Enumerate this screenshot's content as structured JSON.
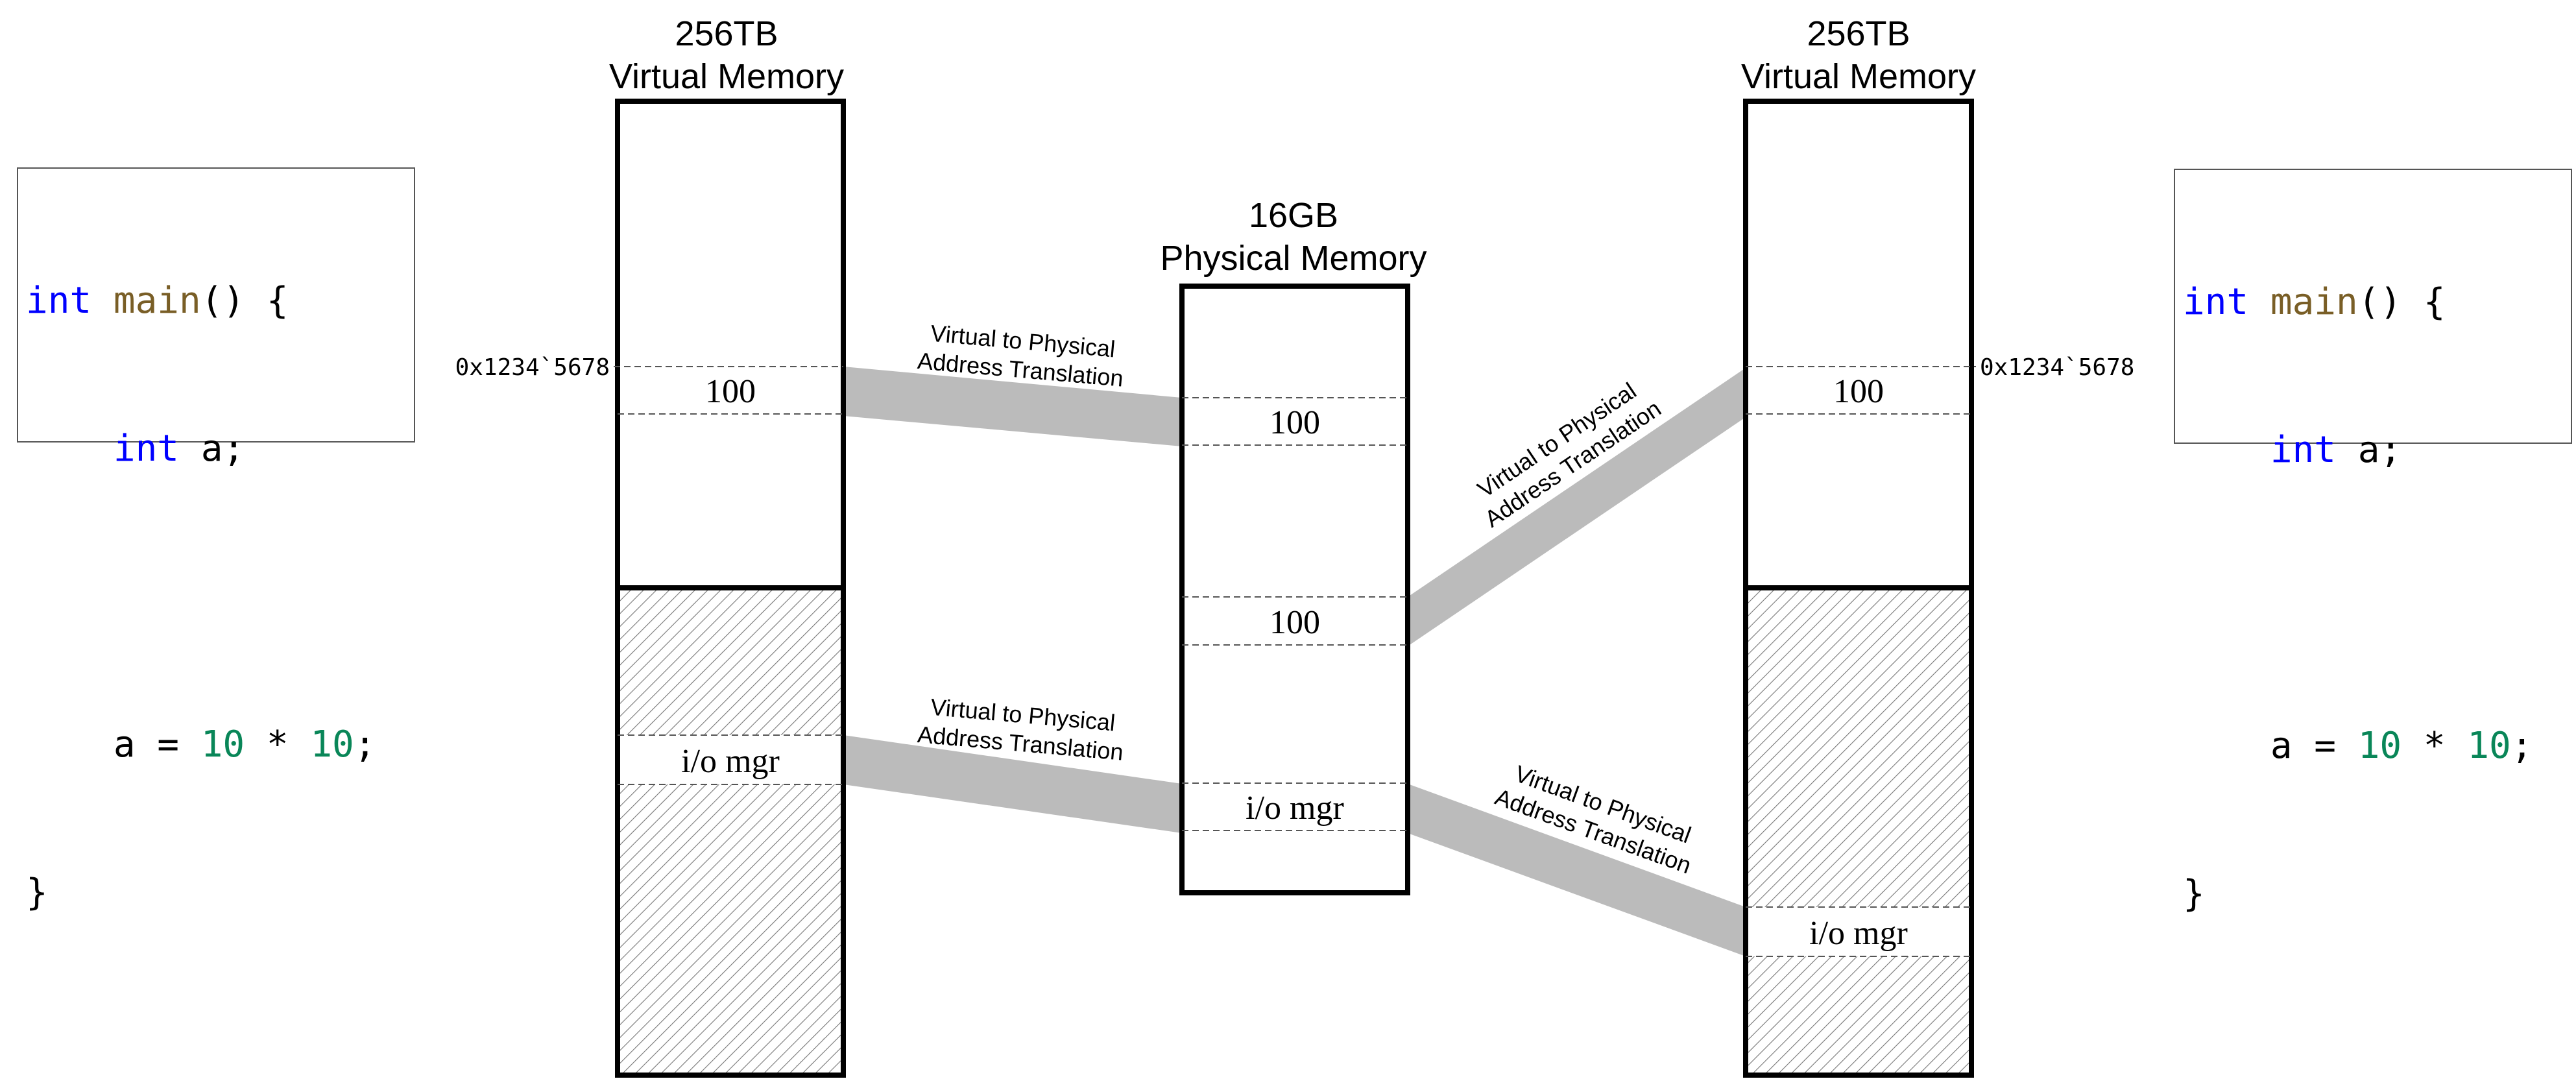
{
  "colors": {
    "keyword": "#0000ff",
    "function": "#795e26",
    "number": "#098658",
    "band": "#bbbbbb",
    "hatch": "#777777",
    "outline": "#000000"
  },
  "code": {
    "kw_int": "int",
    "fn_main": "main",
    "sig_rest": "() {",
    "var_decl": " a;",
    "assign_lhs": "a = ",
    "num_a": "10",
    "op": " * ",
    "num_b": "10",
    "semi": ";",
    "close": "}"
  },
  "left_vm": {
    "size_label": "256TB",
    "title": "Virtual Memory",
    "address_label": "0x1234`5678",
    "cell_value": "100",
    "kernel_cell": "i/o mgr"
  },
  "physical": {
    "size_label": "16GB",
    "title": "Physical Memory",
    "cell_a": "100",
    "cell_b": "100",
    "kernel_cell": "i/o mgr"
  },
  "right_vm": {
    "size_label": "256TB",
    "title": "Virtual Memory",
    "address_label": "0x1234`5678",
    "cell_value": "100",
    "kernel_cell": "i/o mgr"
  },
  "translation": {
    "line1": "Virtual to Physical",
    "line2": "Address Translation"
  }
}
